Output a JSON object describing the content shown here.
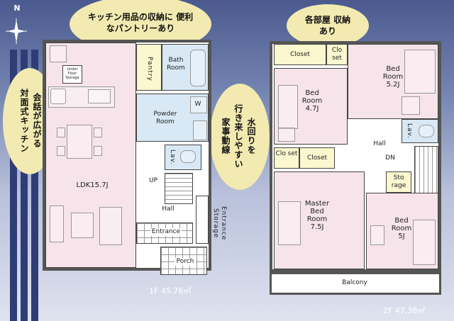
{
  "compass": {
    "letter": "N"
  },
  "callouts": {
    "kitchen_storage": "キッチン用品の収納に 便利なパントリーあり",
    "each_room": "各部屋 収納あり",
    "kitchen_col1": "会話が広がる",
    "kitchen_col2": "対面式キッチン",
    "water_col1": "水回りを",
    "water_col2": "行き来しやすい",
    "water_col3": "家事動線"
  },
  "floor1": {
    "label": "1F 45.76㎡",
    "rooms": {
      "ldk": "LDK15.7J",
      "pantry": "Pantry",
      "bath": "Bath Room",
      "powder": "Powder Room",
      "lav": "Lav.",
      "up": "UP",
      "hall": "Hall",
      "entrance": "Entrance",
      "porch": "Porch",
      "entrance_storage": "Entrance Storage",
      "underfloor": "Under Floor Storage",
      "w": "W"
    }
  },
  "floor2": {
    "label": "2F 47.38㎡",
    "rooms": {
      "closet_a": "Closet",
      "closet_b": "Clo set",
      "bed52": "Bed Room 5.2J",
      "bed47": "Bed Room 4.7J",
      "lav": "Lav.",
      "hall": "Hall",
      "dn": "DN",
      "closet_c": "Clo set",
      "closet_d": "Closet",
      "master": "Master Bed Room 7.5J",
      "storage": "Sto rage",
      "bed5": "Bed Room 5J",
      "balcony": "Balcony"
    }
  }
}
